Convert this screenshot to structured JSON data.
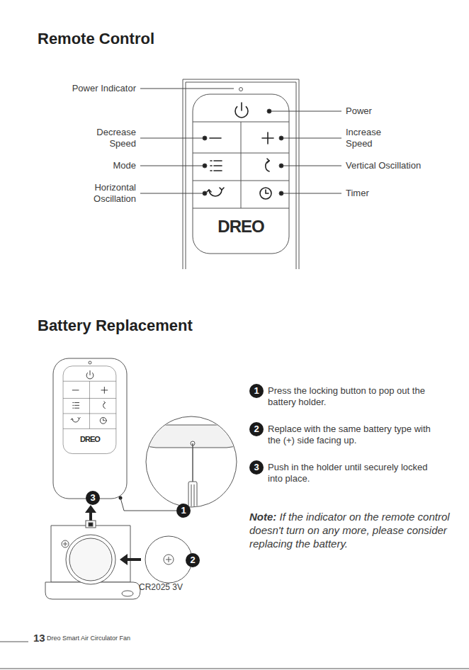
{
  "diagram": {
    "title": "Remote Control",
    "labels": [
      "Power Indicator",
      "Power",
      "Decrease Speed",
      "Increase Speed",
      "Mode",
      "Vertical Oscillation",
      "Horizontal Oscillation",
      "Timer",
      "DREO",
      "Battery Replacement",
      "DREO",
      "3",
      "1",
      "2",
      "CR2025 3V",
      "1",
      "Press the locking button to pop out the battery holder.",
      "2",
      "Replace with the same battery type with the (+) side facing up.",
      "3",
      "Push in the holder until securely locked into place.",
      "Note:",
      "If the indicator on the remote control doesn't turn on any more, please consider replacing the battery.",
      "13",
      "Dreo Smart Air Circulator Fan"
    ]
  }
}
